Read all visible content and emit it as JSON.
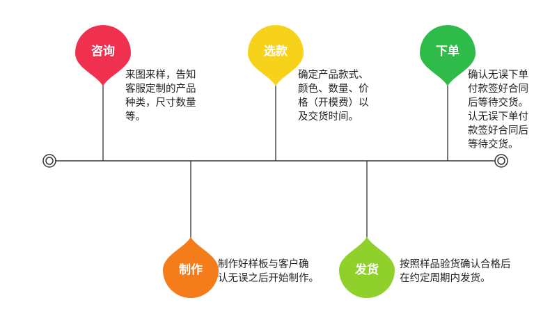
{
  "steps": [
    {
      "label": "咨询",
      "color": "#f0304f",
      "text": "来图来样，告知\n客服定制的产品\n种类，尺寸数量\n等。"
    },
    {
      "label": "选款",
      "color": "#f7d21b",
      "text": "确定产品款式、\n颜色、数量、价\n格（开模费）以\n及交货时间。"
    },
    {
      "label": "下单",
      "color": "#2fbb4a",
      "text": "确认无误下单\n付款签好合同\n后等待交货。\n认无误下单付\n款签好合同后\n等待交货。"
    },
    {
      "label": "制作",
      "color": "#f57c1a",
      "text": "制作好样板与客户确\n认无误之后开始制作。"
    },
    {
      "label": "发货",
      "color": "#8fd12a",
      "text": "按照样品验货确认合格后\n在约定周期内发货。"
    }
  ]
}
